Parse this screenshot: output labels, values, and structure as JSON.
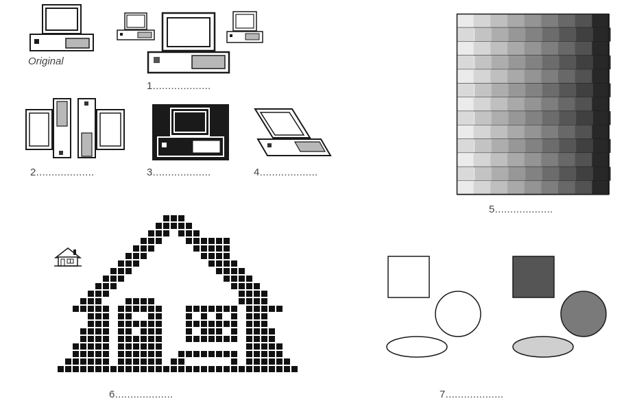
{
  "exercise": {
    "original_label": "Original",
    "items": [
      {
        "number": "1",
        "answer_blank": "1..................."
      },
      {
        "number": "2",
        "answer_blank": "2..................."
      },
      {
        "number": "3",
        "answer_blank": "3..................."
      },
      {
        "number": "4",
        "answer_blank": "4..................."
      },
      {
        "number": "5",
        "answer_blank": "5..................."
      },
      {
        "number": "6",
        "answer_blank": "6..................."
      },
      {
        "number": "7",
        "answer_blank": "7..................."
      }
    ]
  },
  "icons": {
    "original": "computer-icon",
    "scaled": "computer-scaled-icons",
    "mirrored": "computer-mirrored-icons",
    "inverted": "computer-inverted-icon",
    "skewed": "computer-skewed-icon",
    "gradient": "grayscale-gradient-grid",
    "pixel_house": "pixel-house-icon",
    "small_house": "house-icon",
    "shapes_outline": "outline-shapes",
    "shapes_filled": "filled-shapes"
  },
  "colors": {
    "ink": "#1a1a1a",
    "fill_gray": "#b8b8b8",
    "dark_fill": "#555555",
    "mid_fill": "#7a7a7a",
    "light_fill": "#cfcfcf"
  }
}
